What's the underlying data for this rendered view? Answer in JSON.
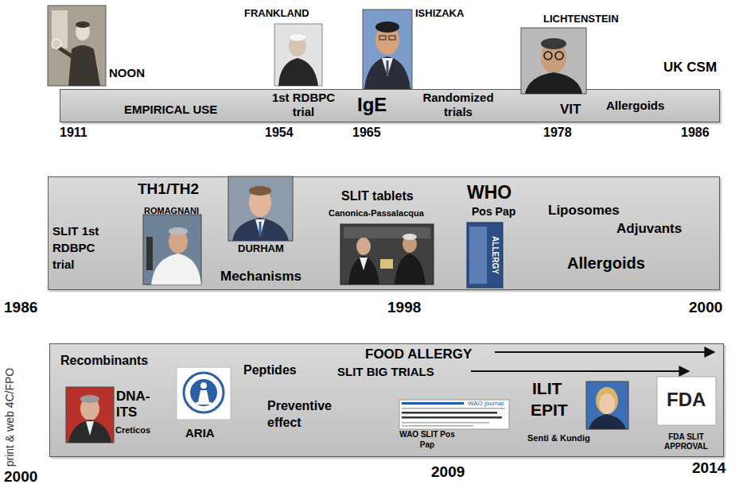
{
  "diagram": {
    "nodes": [
      {
        "text": [
          "EMPIRICAL USE",
          "1st RDBPC trial",
          "IgE",
          "Randomized trials",
          "VIT",
          "Allergoids"
        ]
      },
      {
        "text": [
          "SLIT 1st RDBPC trial",
          "TH1/TH2",
          "ROMAGNANI",
          "DURHAM",
          "Mechanisms",
          "SLIT tablets",
          "Canonica-Passalacqua",
          "WHO",
          "Pos Pap",
          "Liposomes",
          "Adjuvants",
          "Allergoids"
        ]
      },
      {
        "text": [
          "Recombinants",
          "DNA-ITS",
          "Creticos",
          "ARIA",
          "Peptides",
          "Preventive effect",
          "FOOD ALLERGY",
          "SLIT BIG TRIALS",
          "WAO SLIT Pos Pap",
          "ILIT",
          "EPIT",
          "Senti & Kundig",
          "FDA SLIT APPROVAL"
        ]
      }
    ],
    "edges": [],
    "labels": [
      "NOON",
      "FRANKLAND",
      "ISHIZAKA",
      "LICHTENSTEIN",
      "UK CSM",
      "1911",
      "1954",
      "1965",
      "1978",
      "1986",
      "1986",
      "1998",
      "2000",
      "ALLERGY",
      "WAO journal",
      "FDA",
      "2000",
      "2009",
      "2014",
      "print & web 4C/FPO"
    ]
  }
}
